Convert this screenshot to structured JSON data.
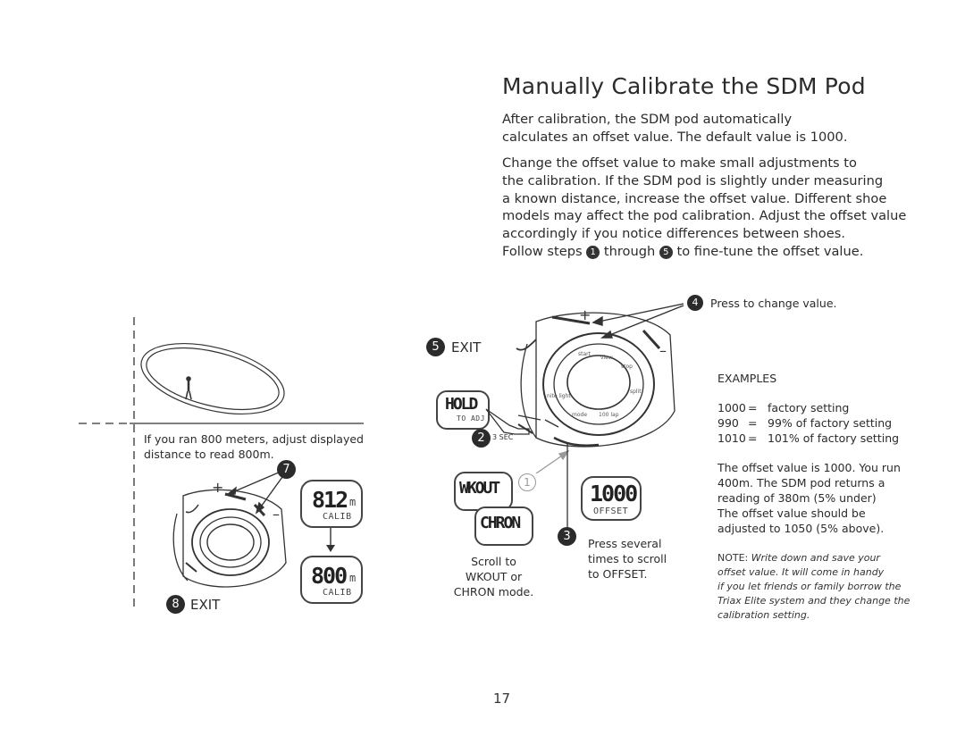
{
  "title": "Manually Calibrate the SDM Pod",
  "intro": {
    "line1": "After calibration, the SDM pod automatically",
    "line2": "calculates an offset value. The default value is 1000."
  },
  "body": {
    "line1": "Change the offset value to make small adjustments to",
    "line2": "the calibration. If the SDM pod is slightly under measuring",
    "line3": "a known distance, increase the offset value. Different shoe",
    "line4": "models may affect the pod calibration. Adjust the offset value",
    "line5": "accordingly if you notice differences between shoes.",
    "follow_prefix": "Follow steps",
    "follow_step_a": "1",
    "follow_mid": "through",
    "follow_step_b": "5",
    "follow_suffix": "to fine-tune the offset value."
  },
  "track_caption": {
    "line1": "If you ran 800 meters, adjust displayed",
    "line2": "distance to read 800m."
  },
  "left_steps": {
    "step7": "7",
    "step8": "8",
    "exit": "EXIT",
    "plus": "+",
    "minus": "–"
  },
  "left_lcd_top": {
    "big": "812",
    "unit": "m",
    "small": "CALIB"
  },
  "left_lcd_bottom": {
    "big": "800",
    "unit": "m",
    "small": "CALIB"
  },
  "center": {
    "step5": "5",
    "exit": "EXIT",
    "hold": "HOLD",
    "to_adj": "TO ADJ",
    "step2": "2",
    "sec": "3 SEC",
    "wkout": "WKOUT",
    "chron": "CHRON",
    "step1": "1",
    "scroll_line1": "Scroll to",
    "scroll_line2": "WKOUT or",
    "scroll_line3": "CHRON mode.",
    "offset_big": "1000",
    "offset_small": "OFFSET",
    "step3": "3",
    "press_line1": "Press several",
    "press_line2": "times to scroll",
    "press_line3": "to OFFSET.",
    "step4": "4",
    "press_change": "Press to change value.",
    "plus": "+",
    "minus": "–",
    "watch_labels": {
      "start": "start",
      "view": "view",
      "stop": "stop",
      "split": "split",
      "mode": "mode",
      "lap": "100 lap",
      "light": "nite light"
    }
  },
  "examples": {
    "heading": "EXAMPLES",
    "rows": [
      {
        "value": "1000",
        "eq": "=",
        "desc": "factory setting"
      },
      {
        "value": "990",
        "eq": "=",
        "desc": "99% of factory setting"
      },
      {
        "value": "1010",
        "eq": "=",
        "desc": "101% of factory setting"
      }
    ],
    "para_line1": "The offset value is 1000. You run",
    "para_line2": "400m. The SDM pod returns a",
    "para_line3": "reading of 380m (5% under)",
    "para_line4": "The offset value should be",
    "para_line5": "adjusted to 1050 (5% above).",
    "note_label": "NOTE:",
    "note_line1": "Write down and save your",
    "note_line2": "offset value. It will come in handy",
    "note_line3": "if you let friends or family borrow the",
    "note_line4": "Triax Elite system and they change the",
    "note_line5": "calibration setting."
  },
  "page_number": "17"
}
